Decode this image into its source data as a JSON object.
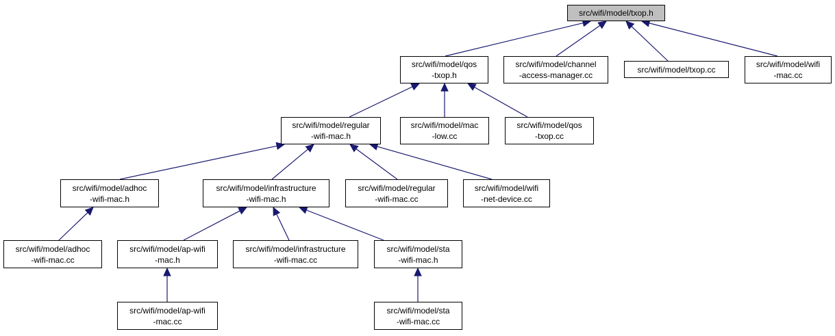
{
  "colors": {
    "edge": "#191970",
    "root_fill": "#bfbfbf",
    "node_fill": "#ffffff",
    "border": "#000000"
  },
  "nodes": {
    "txop_h": {
      "lines": [
        "src/wifi/model/txop.h"
      ]
    },
    "qos_txop_h": {
      "lines": [
        "src/wifi/model/qos",
        "-txop.h"
      ]
    },
    "channel_access_manager_cc": {
      "lines": [
        "src/wifi/model/channel",
        "-access-manager.cc"
      ]
    },
    "txop_cc": {
      "lines": [
        "src/wifi/model/txop.cc"
      ]
    },
    "wifi_mac_cc": {
      "lines": [
        "src/wifi/model/wifi",
        "-mac.cc"
      ]
    },
    "regular_wifi_mac_h": {
      "lines": [
        "src/wifi/model/regular",
        "-wifi-mac.h"
      ]
    },
    "mac_low_cc": {
      "lines": [
        "src/wifi/model/mac",
        "-low.cc"
      ]
    },
    "qos_txop_cc": {
      "lines": [
        "src/wifi/model/qos",
        "-txop.cc"
      ]
    },
    "adhoc_wifi_mac_h": {
      "lines": [
        "src/wifi/model/adhoc",
        "-wifi-mac.h"
      ]
    },
    "infrastructure_wifi_mac_h": {
      "lines": [
        "src/wifi/model/infrastructure",
        "-wifi-mac.h"
      ]
    },
    "regular_wifi_mac_cc": {
      "lines": [
        "src/wifi/model/regular",
        "-wifi-mac.cc"
      ]
    },
    "wifi_net_device_cc": {
      "lines": [
        "src/wifi/model/wifi",
        "-net-device.cc"
      ]
    },
    "adhoc_wifi_mac_cc": {
      "lines": [
        "src/wifi/model/adhoc",
        "-wifi-mac.cc"
      ]
    },
    "ap_wifi_mac_h": {
      "lines": [
        "src/wifi/model/ap-wifi",
        "-mac.h"
      ]
    },
    "infrastructure_wifi_mac_cc": {
      "lines": [
        "src/wifi/model/infrastructure",
        "-wifi-mac.cc"
      ]
    },
    "sta_wifi_mac_h": {
      "lines": [
        "src/wifi/model/sta",
        "-wifi-mac.h"
      ]
    },
    "ap_wifi_mac_cc": {
      "lines": [
        "src/wifi/model/ap-wifi",
        "-mac.cc"
      ]
    },
    "sta_wifi_mac_cc": {
      "lines": [
        "src/wifi/model/sta",
        "-wifi-mac.cc"
      ]
    }
  },
  "edges": [
    {
      "from": "qos_txop_h",
      "to": "txop_h"
    },
    {
      "from": "channel_access_manager_cc",
      "to": "txop_h"
    },
    {
      "from": "txop_cc",
      "to": "txop_h"
    },
    {
      "from": "wifi_mac_cc",
      "to": "txop_h"
    },
    {
      "from": "regular_wifi_mac_h",
      "to": "qos_txop_h"
    },
    {
      "from": "mac_low_cc",
      "to": "qos_txop_h"
    },
    {
      "from": "qos_txop_cc",
      "to": "qos_txop_h"
    },
    {
      "from": "adhoc_wifi_mac_h",
      "to": "regular_wifi_mac_h"
    },
    {
      "from": "infrastructure_wifi_mac_h",
      "to": "regular_wifi_mac_h"
    },
    {
      "from": "regular_wifi_mac_cc",
      "to": "regular_wifi_mac_h"
    },
    {
      "from": "wifi_net_device_cc",
      "to": "regular_wifi_mac_h"
    },
    {
      "from": "adhoc_wifi_mac_cc",
      "to": "adhoc_wifi_mac_h"
    },
    {
      "from": "ap_wifi_mac_h",
      "to": "infrastructure_wifi_mac_h"
    },
    {
      "from": "infrastructure_wifi_mac_cc",
      "to": "infrastructure_wifi_mac_h"
    },
    {
      "from": "sta_wifi_mac_h",
      "to": "infrastructure_wifi_mac_h"
    },
    {
      "from": "ap_wifi_mac_cc",
      "to": "ap_wifi_mac_h"
    },
    {
      "from": "sta_wifi_mac_cc",
      "to": "sta_wifi_mac_h"
    }
  ]
}
